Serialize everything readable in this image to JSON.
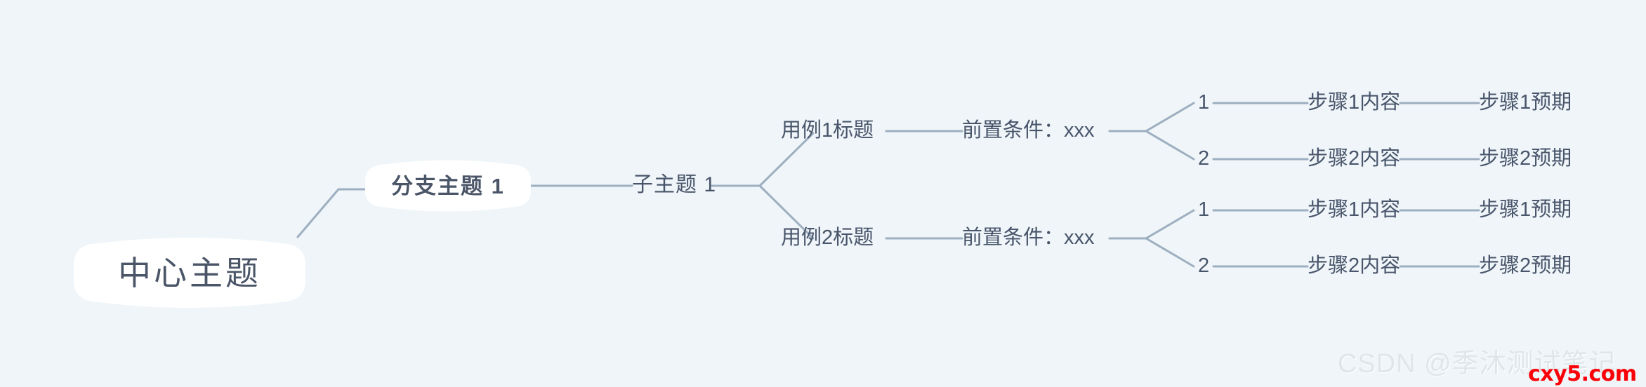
{
  "canvas": {
    "background_color": "#eff5f8",
    "line_color": "#9dafc0",
    "text_color": "#48556b",
    "node_fill": "#ffffff"
  },
  "mindmap": {
    "central": {
      "label": "中心主题"
    },
    "branch": {
      "label": "分支主题 1"
    },
    "subtopic": {
      "label": "子主题 1"
    },
    "cases": [
      {
        "title": "用例1标题",
        "precondition": "前置条件：xxx",
        "steps": [
          {
            "index": "1",
            "content": "步骤1内容",
            "expected": "步骤1预期"
          },
          {
            "index": "2",
            "content": "步骤2内容",
            "expected": "步骤2预期"
          }
        ]
      },
      {
        "title": "用例2标题",
        "precondition": "前置条件：xxx",
        "steps": [
          {
            "index": "1",
            "content": "步骤1内容",
            "expected": "步骤1预期"
          },
          {
            "index": "2",
            "content": "步骤2内容",
            "expected": "步骤2预期"
          }
        ]
      }
    ]
  },
  "watermark": {
    "text": "CSDN @季沐测试笔记",
    "site": "cxy5.com",
    "site_color": "#fa0207"
  }
}
